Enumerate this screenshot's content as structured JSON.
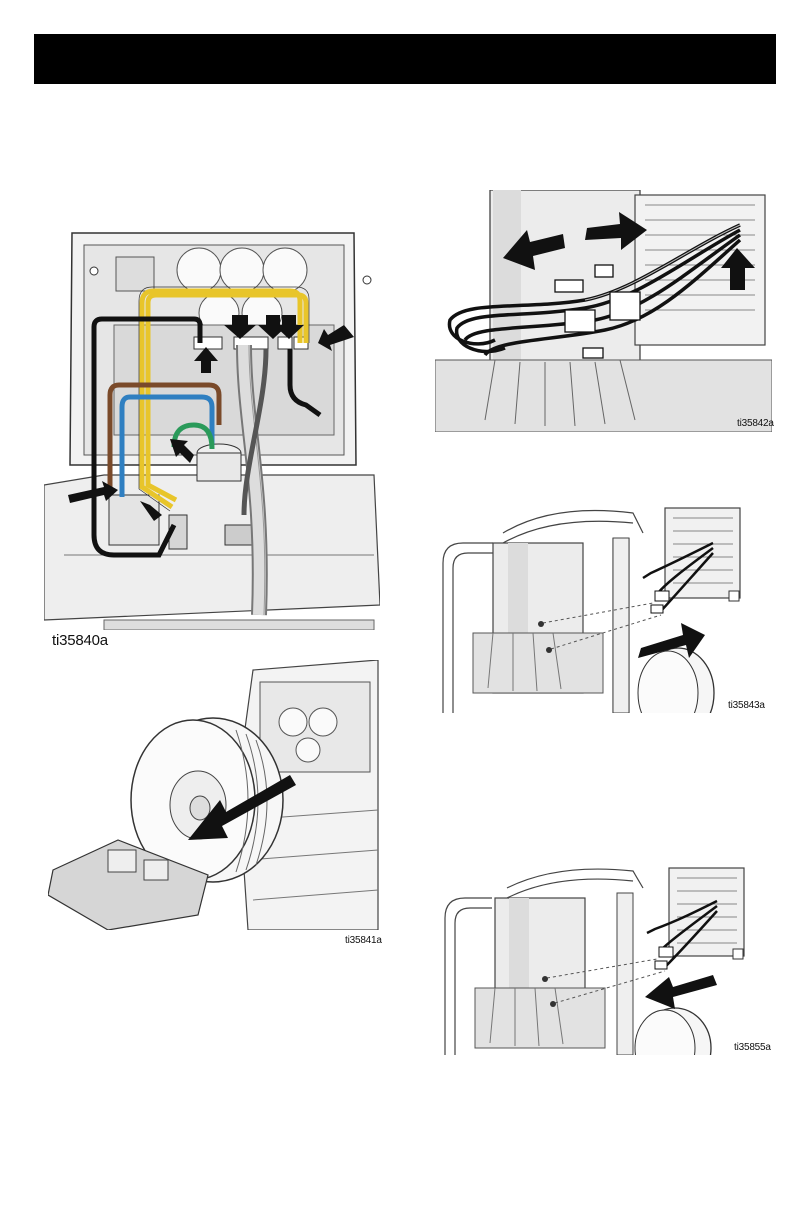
{
  "figures": [
    {
      "id": "ti35840a"
    },
    {
      "id": "ti35841a"
    },
    {
      "id": "ti35842a"
    },
    {
      "id": "ti35843a"
    },
    {
      "id": "ti35855a"
    }
  ],
  "colors": {
    "header": "#000000",
    "wire_yellow": "#e8c52a",
    "wire_black": "#111111",
    "wire_brown": "#7a4a2a",
    "wire_blue": "#2f7fc1",
    "wire_green": "#2a9a5a",
    "line_art": "#444444"
  }
}
